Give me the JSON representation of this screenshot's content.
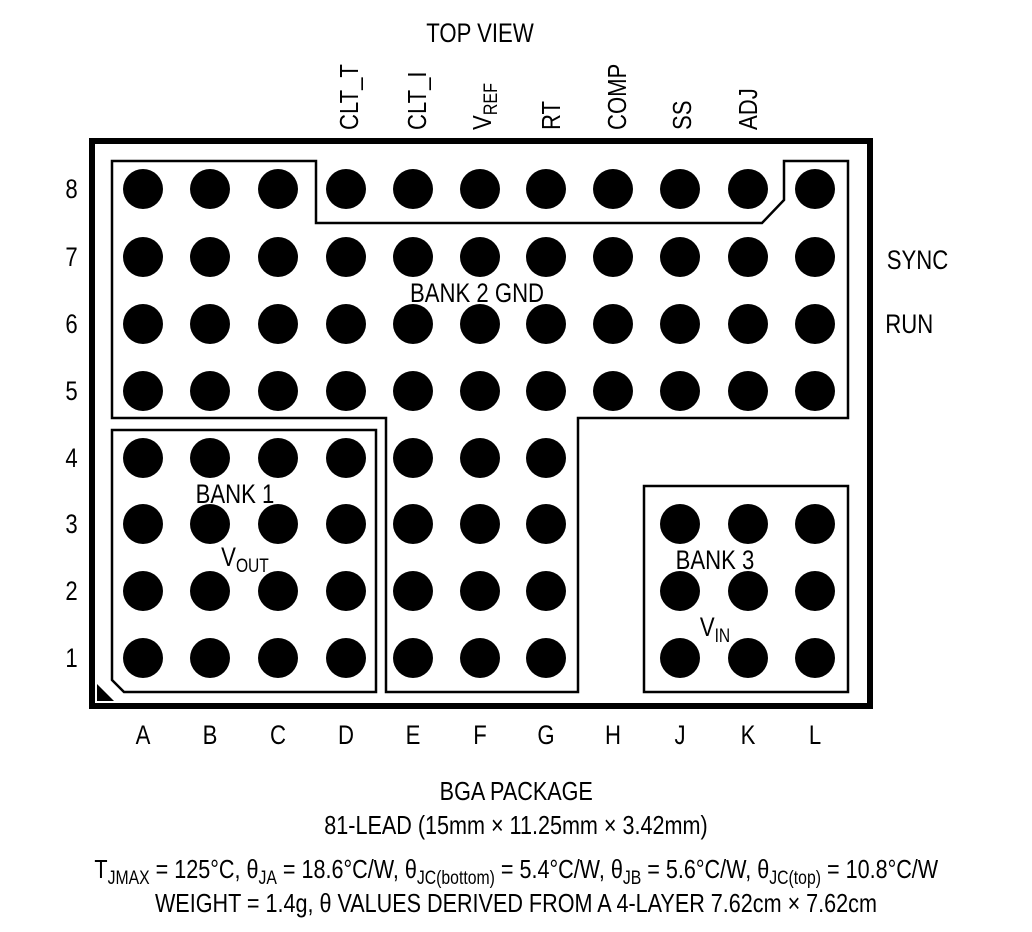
{
  "title": "TOP VIEW",
  "top_pins": [
    {
      "label": "CLT_T"
    },
    {
      "label": "CLT_I"
    },
    {
      "label_main": "V",
      "label_sub": "REF"
    },
    {
      "label": "RT"
    },
    {
      "label": "COMP"
    },
    {
      "label": "SS"
    },
    {
      "label": "ADJ"
    }
  ],
  "side_pins": {
    "sync": "SYNC",
    "run": "RUN"
  },
  "rows": [
    "8",
    "7",
    "6",
    "5",
    "4",
    "3",
    "2",
    "1"
  ],
  "columns": [
    "A",
    "B",
    "C",
    "D",
    "E",
    "F",
    "G",
    "H",
    "J",
    "K",
    "L"
  ],
  "banks": {
    "bank2": "BANK 2 GND",
    "bank1_name": "BANK 1",
    "bank1_net_main": "V",
    "bank1_net_sub": "OUT",
    "bank3_name": "BANK 3",
    "bank3_net_main": "V",
    "bank3_net_sub": "IN"
  },
  "balls": {
    "8": [
      "A",
      "B",
      "C",
      "D",
      "E",
      "F",
      "G",
      "H",
      "J",
      "K",
      "L"
    ],
    "7": [
      "A",
      "B",
      "C",
      "D",
      "E",
      "F",
      "G",
      "H",
      "J",
      "K",
      "L"
    ],
    "6": [
      "A",
      "B",
      "C",
      "D",
      "E",
      "F",
      "G",
      "H",
      "J",
      "K",
      "L"
    ],
    "5": [
      "A",
      "B",
      "C",
      "D",
      "E",
      "F",
      "G",
      "H",
      "J",
      "K",
      "L"
    ],
    "4": [
      "A",
      "B",
      "C",
      "D",
      "E",
      "F",
      "G"
    ],
    "3": [
      "A",
      "B",
      "C",
      "D",
      "E",
      "F",
      "G",
      "J",
      "K",
      "L"
    ],
    "2": [
      "A",
      "B",
      "C",
      "D",
      "E",
      "F",
      "G",
      "J",
      "K",
      "L"
    ],
    "1": [
      "A",
      "B",
      "C",
      "D",
      "E",
      "F",
      "G",
      "J",
      "K",
      "L"
    ]
  },
  "package": {
    "line1": "BGA PACKAGE",
    "line2": "81-LEAD (15mm × 11.25mm × 3.42mm)"
  },
  "thermal": {
    "t": "T",
    "t_sub": "JMAX",
    "t_val": " = 125°C, ",
    "ja": "θ",
    "ja_sub": "JA",
    "ja_val": " = 18.6°C/W, ",
    "jcb": "θ",
    "jcb_sub": "JC(bottom)",
    "jcb_val": " = 5.4°C/W, ",
    "jb": "θ",
    "jb_sub": "JB",
    "jb_val": " = 5.6°C/W, ",
    "jct": "θ",
    "jct_sub": "JC(top)",
    "jct_val": " = 10.8°C/W"
  },
  "weight_line": "WEIGHT = 1.4g, θ VALUES DERIVED FROM A 4-LAYER 7.62cm × 7.62cm"
}
